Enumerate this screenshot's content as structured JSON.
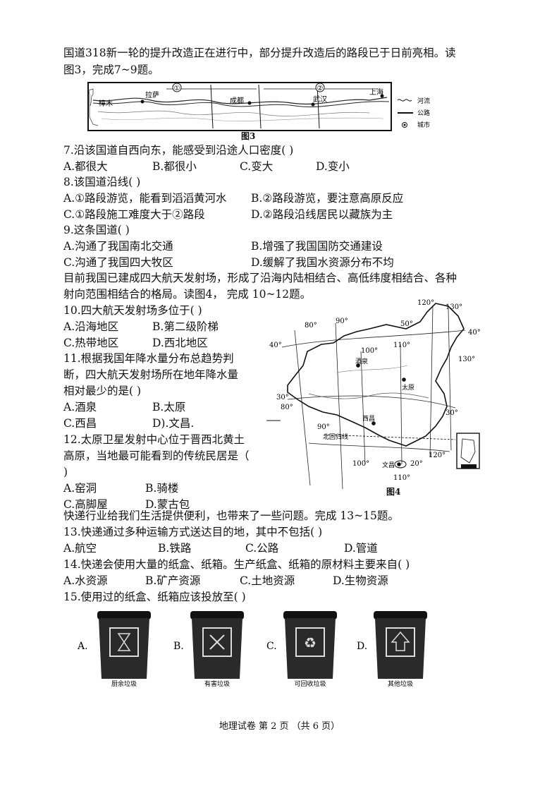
{
  "intro1": [
    "国道318新一轮的提升改造正在进行中，部分提升改造后的路段已于日前亮相。读",
    "图3，完成7~9题。"
  ],
  "fig3": {
    "caption": "图3",
    "markers": [
      "①",
      "②"
    ],
    "cities": [
      "樟木",
      "拉萨",
      "成都",
      "武汉",
      "上海"
    ],
    "legend": [
      "河流",
      "公路",
      "城市"
    ]
  },
  "q7": {
    "stem": "7.沿该国道自西向东，能感受到沿途人口密度(  )",
    "opts": [
      "A.都很大",
      "B.都很小",
      "C.变大",
      "D.变小"
    ]
  },
  "q8": {
    "stem": "8.该国道沿线(  )",
    "opts": [
      "A.①路段游览，能看到滔滔黄河水",
      "B.②路段游览，要注意高原反应",
      "C.①路段施工难度大于②路段",
      "D.②路段沿线居民以藏族为主"
    ]
  },
  "q9": {
    "stem": "9.这条国道(  )",
    "opts": [
      "A.沟通了我国南北交通",
      "B.增强了我国国防交通建设",
      "C.沟通了我国四大牧区",
      "D.缓解了我国水资源分布不均"
    ]
  },
  "intro2": [
    "目前我国已建成四大航天发射场，形成了沿海内陆相结合、高低纬度相结合、各种",
    "射向范围相结合的格局。读图4，  完成 10~12题。"
  ],
  "q10": {
    "stem": "10.四大航天发射场多位于(  )",
    "opts": [
      "A.沿海地区",
      "B.第二级阶梯",
      "C.热带地区",
      "D.西北地区"
    ]
  },
  "q11": {
    "stem": [
      "11.根据我国年降水量分布总趋势判",
      "断，四大航天发射场所在地年降水量",
      "相对最少的是(  )"
    ],
    "opts": [
      "A.酒泉",
      "B.太原",
      "C.西昌",
      "D).文昌."
    ]
  },
  "q12": {
    "stem": [
      "12.太原卫星发射中心位于晋西北黄土",
      "高原，当地最可能看到的传统民居是（",
      ")"
    ],
    "opts": [
      "A.窑洞",
      "B.骑楼",
      "C.高脚屋",
      "D.蒙古包"
    ]
  },
  "fig4": {
    "caption": "图4",
    "lon_labels": [
      "80°",
      "90°",
      "100°",
      "110°",
      "120°",
      "130°",
      "80°",
      "90°",
      "100°",
      "110°",
      "120°"
    ],
    "lat_labels": [
      "50°",
      "40°",
      "40°",
      "30°",
      "30°",
      "20°",
      "130°"
    ],
    "sites": [
      "酒泉",
      "太原",
      "西昌",
      "文昌"
    ],
    "other": [
      "北回归线"
    ]
  },
  "intro3": "快递行业给我们生活提供便利，也带来了一些问题。完成 13~15题。",
  "q13": {
    "stem": "13.快递通过多种运输方式送达目的地，其中不包括(  )",
    "opts": [
      "A.航空",
      "B.铁路",
      "C.公路",
      "D.管道"
    ]
  },
  "q14": {
    "stem": "14.快递会使用大量的纸盒、纸箱。生产纸盒、纸箱的原材料主要来自(  )",
    "opts": [
      "A.水资源",
      "B.矿产资源",
      "C.土地资源",
      "D.生物资源"
    ]
  },
  "q15": {
    "stem": "15.使用过的纸盒、纸箱应该投放至(  )",
    "opts": [
      "A.",
      "B.",
      "C.",
      "D."
    ],
    "bins": [
      "厨余垃圾",
      "有害垃圾",
      "可回收垃圾",
      "其他垃圾"
    ]
  },
  "footer": "地理试卷 第 2 页  （共 6 页）"
}
